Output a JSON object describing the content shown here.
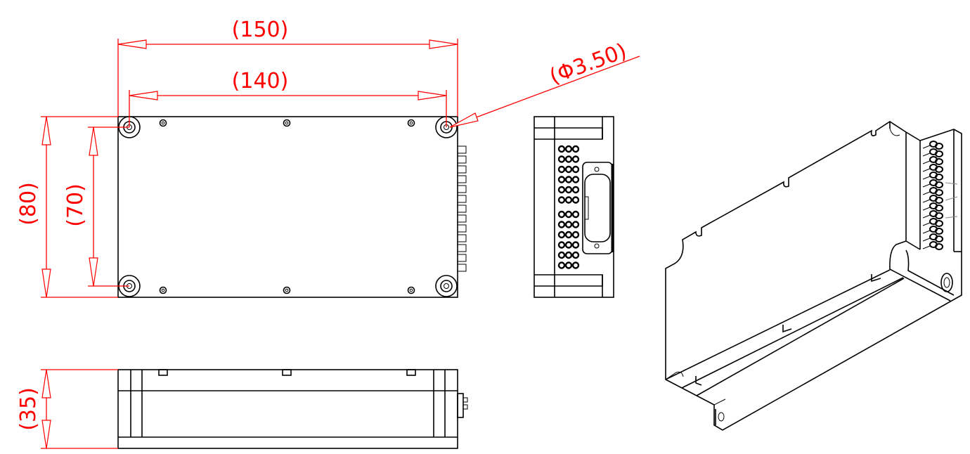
{
  "drawing": {
    "dimensions": {
      "overall_length": "(150)",
      "hole_spacing_length": "(140)",
      "hole_diameter": "(Φ3.50)",
      "overall_width": "(80)",
      "hole_spacing_width": "(70)",
      "height": "(35)"
    },
    "colors": {
      "dimension": "#ff0000",
      "geometry": "#000000"
    }
  }
}
